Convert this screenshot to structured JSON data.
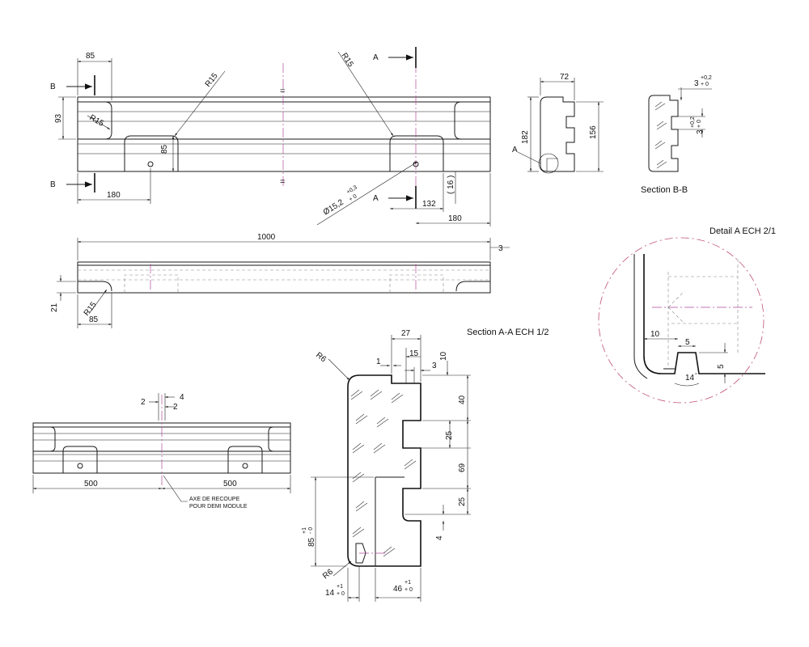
{
  "labels": {
    "section_aa_title": "Section A-A ECH 1/2",
    "section_bb_title": "Section B-B",
    "detail_a_title": "Detail A ECH 2/1",
    "cut_note_line1": "AXE DE RECOUPE",
    "cut_note_line2": "POUR DEMI MODULE",
    "cut_a": "A",
    "cut_b": "B",
    "detail_ref": "A"
  },
  "top_view": {
    "dim_85": "85",
    "dim_93": "93",
    "dim_r15_left": "R15",
    "dim_r15_center": "R15",
    "dim_r15_right": "R15",
    "dim_85_pocket": "85",
    "dim_180_left": "180",
    "dim_132": "132",
    "dim_180_right": "180",
    "dim_16": "( 16 )",
    "dim_hole": "Ø15,2",
    "dim_hole_tol_upper": "+0,3",
    "dim_hole_tol_lower": "+ 0",
    "equal_mark": "="
  },
  "front_view": {
    "dim_1000": "1000",
    "dim_3": "3",
    "dim_21": "21",
    "dim_r15": "R15",
    "dim_85": "85"
  },
  "half_view": {
    "dim_500_left": "500",
    "dim_500_right": "500",
    "dim_2a": "2",
    "dim_2b": "2",
    "dim_4": "4"
  },
  "section_aa": {
    "dim_27": "27",
    "dim_1": "1",
    "dim_15": "15",
    "dim_3": "3",
    "dim_10": "10",
    "dim_40": "40",
    "dim_25a": "25",
    "dim_69": "69",
    "dim_25b": "25",
    "dim_4": "4",
    "dim_r6_top": "R6",
    "dim_r6_bottom": "R6",
    "dim_85": "85",
    "dim_85_tol_upper": "+1",
    "dim_85_tol_lower": "- 0",
    "dim_14": "14",
    "dim_14_tol_upper": "+1",
    "dim_14_tol_lower": "+ 0",
    "dim_46": "46",
    "dim_46_tol_upper": "+1",
    "dim_46_tol_lower": "+ 0"
  },
  "side_profile": {
    "dim_72": "72",
    "dim_182": "182",
    "dim_156": "156"
  },
  "section_bb": {
    "dim_3a": "3",
    "dim_3a_tol_upper": "+0,2",
    "dim_3a_tol_lower": "+ 0",
    "dim_3b": "3",
    "dim_3b_tol_upper": "+0,2",
    "dim_3b_tol_lower": "+ 0"
  },
  "detail_a": {
    "dim_10": "10",
    "dim_5a": "5",
    "dim_5b": "5",
    "dim_14": "14",
    "dim_14_unit": "°"
  },
  "colors": {
    "line": "#1a1a1a",
    "axis": "#b04a9a",
    "hidden": "#888888",
    "background": "#ffffff"
  }
}
